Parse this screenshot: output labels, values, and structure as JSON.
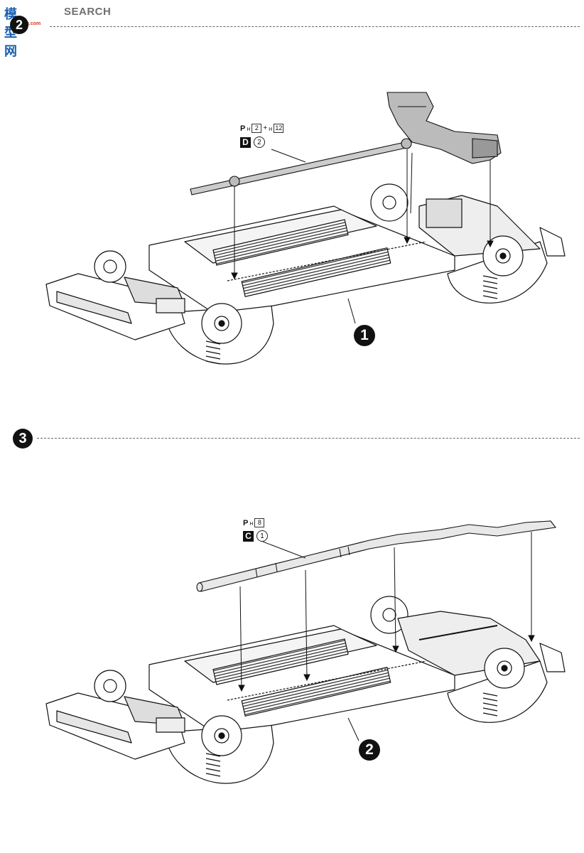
{
  "watermark": {
    "cn": "模型网",
    "en": "SEARCH",
    "sub": "moxing.com"
  },
  "steps": [
    {
      "number": "2"
    },
    {
      "number": "3"
    }
  ],
  "step2": {
    "paint_note": {
      "p": "P",
      "sub": "H",
      "code1": "2",
      "plus": "+",
      "sub2": "H",
      "code2": "12"
    },
    "part_tag": {
      "sprue": "D",
      "part": "2"
    },
    "callout": "1"
  },
  "step3": {
    "paint_note": {
      "p": "P",
      "sub": "H",
      "code1": "8"
    },
    "part_tag": {
      "sprue": "C",
      "part": "1"
    },
    "callout": "2"
  }
}
